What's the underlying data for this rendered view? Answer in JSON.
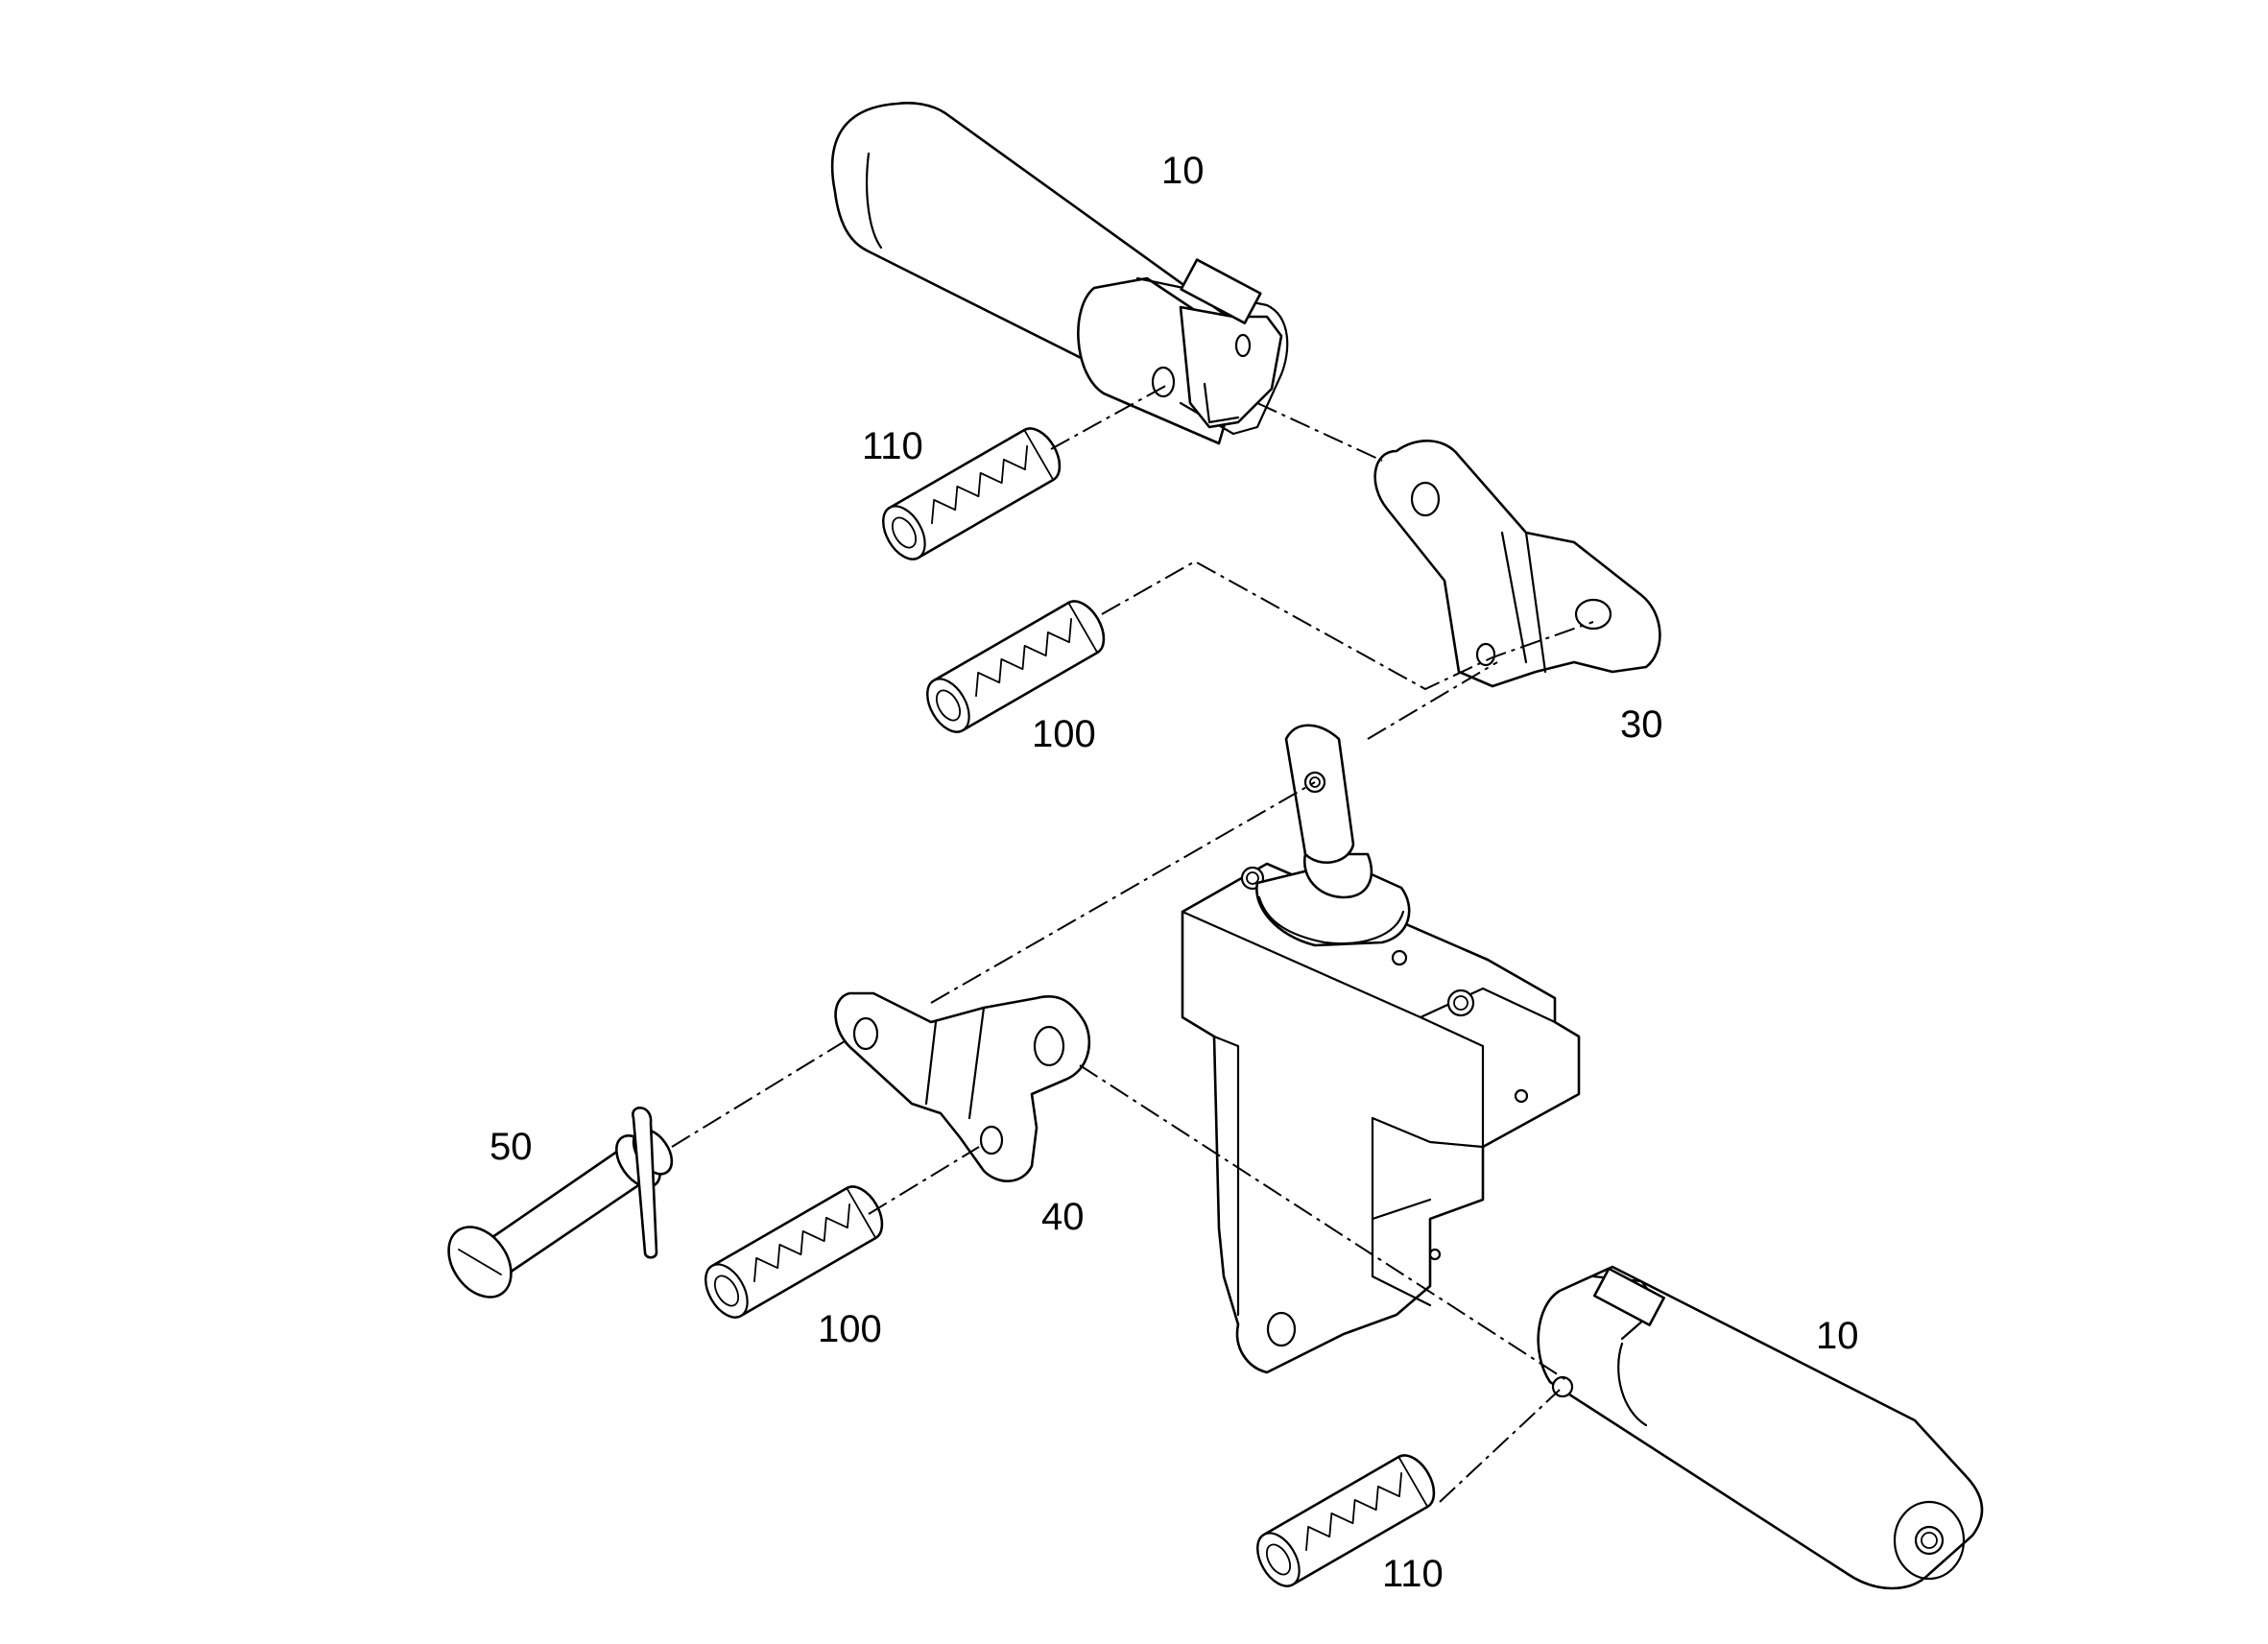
{
  "callouts": {
    "c10_top": "10",
    "c110_top": "110",
    "c100_top": "100",
    "c30": "30",
    "c50": "50",
    "c40": "40",
    "c100_bottom": "100",
    "c10_bottom": "10",
    "c110_bottom": "110"
  }
}
